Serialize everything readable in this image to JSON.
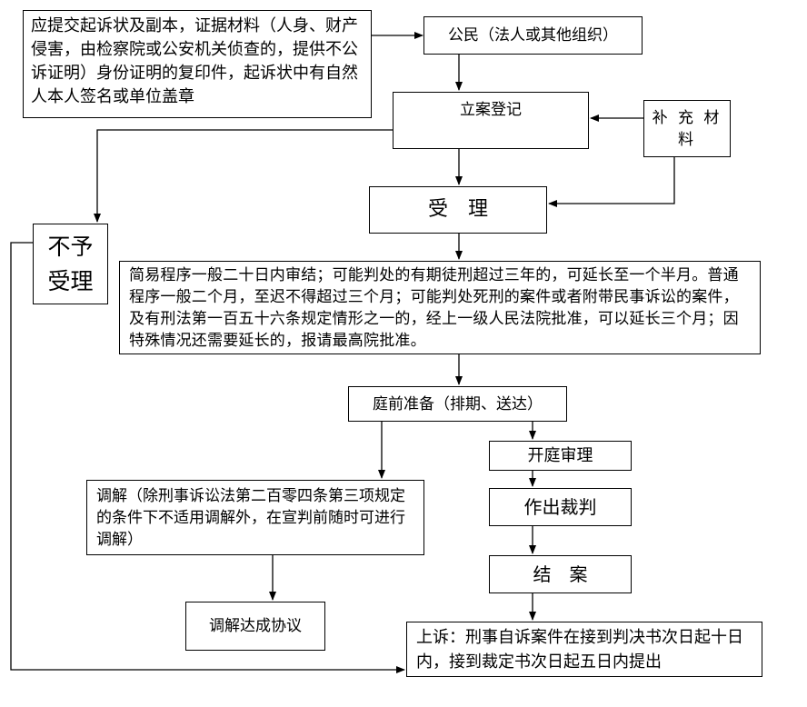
{
  "nodes": {
    "materials": "应提交起诉状及副本，证据材料（人身、财产侵害，由检察院或公安机关侦查的，提供不公诉证明）身份证明的复印件，起诉状中有自然人本人签名或单位盖章",
    "citizen": "公民（法人或其他组织）",
    "register": "立案登记",
    "supplement": "补 充 材料",
    "accept": "受　理",
    "reject": "不予受理",
    "deadline": "简易程序一般二十日内审结；可能判处的有期徒刑超过三年的，可延长至一个半月。普通程序一般二个月，至迟不得超过三个月；可能判处死刑的案件或者附带民事诉讼的案件，及有刑法第一百五十六条规定情形之一的，经上一级人民法院批准，可以延长三个月；因特殊情况还需要延长的，报请最高院批准。",
    "pretrial": "庭前准备（排期、送达）",
    "mediation": "调解（除刑事诉讼法第二百零四条第三项规定的条件下不适用调解外，在宣判前随时可进行调解）",
    "hearing": "开庭审理",
    "judgment": "作出裁判",
    "close": "结　案",
    "mediation_agreement": "调解达成协议",
    "appeal": "上诉：刑事自诉案件在接到判决书次日起十日内，接到裁定书次日起五日内提出"
  }
}
